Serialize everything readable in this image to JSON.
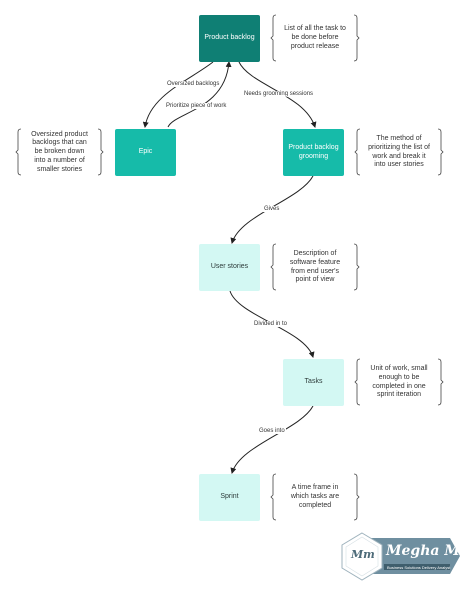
{
  "nodes": {
    "product_backlog": "Product backlog",
    "epic": "Epic",
    "product_backlog_grooming": "Product backlog grooming",
    "user_stories": "User stories",
    "tasks": "Tasks",
    "sprint": "Sprint"
  },
  "notes": {
    "product_backlog": "List of all the task to be done before product release",
    "epic": "Oversized product backlogs that can be broken down into a number of smaller stories",
    "product_backlog_grooming": "The method of prioritizing the list of work and break it into user stories",
    "user_stories": "Description of software feature from end user's point of view",
    "tasks": "Unit of work, small enough to be completed in one sprint iteration",
    "sprint": "A time frame in which tasks are completed"
  },
  "edges": {
    "oversized_backlogs": "Oversized backlogs",
    "prioritize_piece": "Prioritize piece of work",
    "needs_grooming": "Needs grooming sessions",
    "gives": "Gives",
    "divided_in_to": "Divided in to",
    "goes_into": "Goes into"
  },
  "brand": {
    "monogram": "Mm",
    "name": "Megha M.",
    "subtitle": "Business Solutions Delivery Analyst"
  },
  "colors": {
    "dark_teal": "#0f7f74",
    "mid_teal": "#16bba9",
    "light_teal": "#d3f8f3",
    "brand_bar": "#6f8fa0"
  }
}
